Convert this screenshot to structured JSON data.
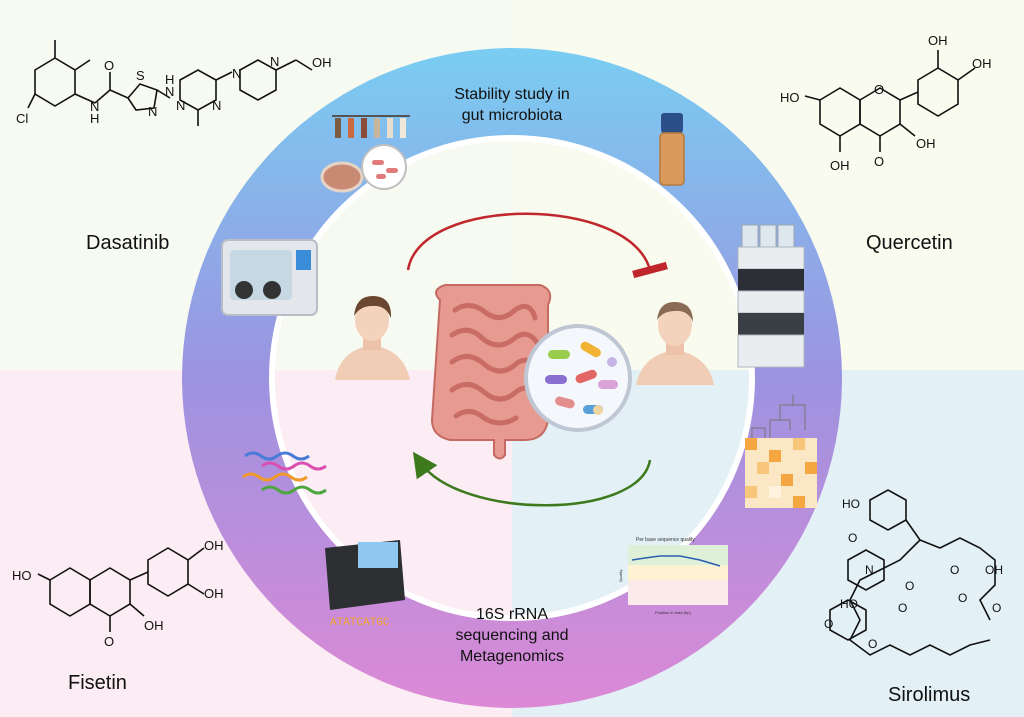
{
  "drugs": {
    "top_left": "Dasatinib",
    "top_right": "Quercetin",
    "bottom_left": "Fisetin",
    "bottom_right": "Sirolimus"
  },
  "ring": {
    "top_line1": "Stability study in",
    "top_line2": "gut microbiota",
    "bottom_line1": "16S rRNA",
    "bottom_line2": "sequencing and",
    "bottom_line3": "Metagenomics"
  },
  "labels": {
    "qc_plot_title": "Per base sequence quality",
    "qc_plot_xlabel": "Position in read (bp)",
    "qc_plot_ylabel": "Quality",
    "dna_sequence": "ATATCATGC"
  },
  "chem": {
    "dasatinib": {
      "oh": "OH",
      "n_h1": "N",
      "h1": "H",
      "n_h2": "N",
      "h2": "H",
      "s": "S",
      "n_thz": "N",
      "n_pym1": "N",
      "n_pym2": "N",
      "n_pip1": "N",
      "n_pip2": "N",
      "cl": "Cl",
      "o": "O"
    },
    "quercetin": {
      "oh1": "OH",
      "oh2": "OH",
      "oh3": "HO",
      "oh4": "OH",
      "oh5": "OH",
      "o_ring": "O",
      "o_keto": "O"
    },
    "fisetin": {
      "oh1": "OH",
      "oh2": "OH",
      "oh3": "HO",
      "oh4": "OH",
      "o_keto": "O"
    },
    "sirolimus": {
      "ho1": "HO",
      "ome1": "O",
      "oh": "OH",
      "ome2": "O",
      "n": "N",
      "ho2": "HO",
      "ome3": "O",
      "o_ring": "O",
      "o1": "O",
      "o2": "O",
      "o3": "O",
      "o4": "O"
    }
  },
  "colors": {
    "ring_top": "#7ec8ef",
    "ring_mid": "#9b8fe0",
    "ring_bottom": "#d98ad8",
    "inhibit_arrow": "#c0272d",
    "cycle_arrow": "#3d7a1e"
  }
}
